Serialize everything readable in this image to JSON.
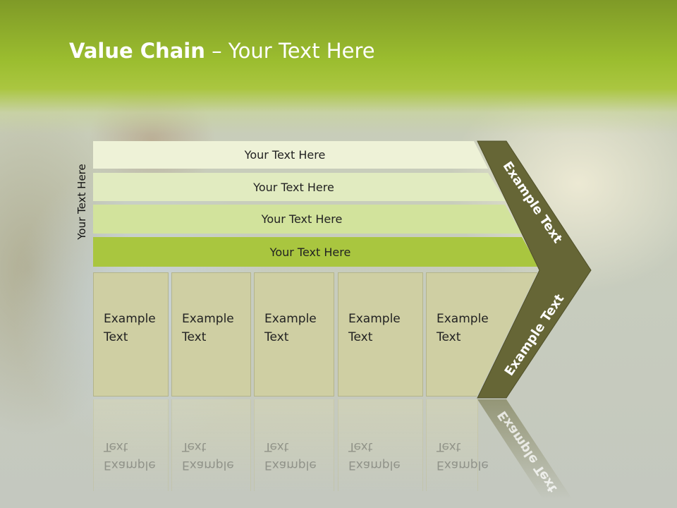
{
  "slide": {
    "title_bold": "Value Chain",
    "title_rest": " – Your Text Here"
  },
  "diagram": {
    "side_label": "Your Text Here",
    "bars": [
      {
        "label": "Your Text Here"
      },
      {
        "label": "Your Text Here"
      },
      {
        "label": "Your Text Here"
      },
      {
        "label": "Your Text Here"
      }
    ],
    "boxes": [
      {
        "label": "Example Text"
      },
      {
        "label": "Example Text"
      },
      {
        "label": "Example Text"
      },
      {
        "label": "Example Text"
      },
      {
        "label": "Example Text"
      }
    ],
    "chevron_upper_label": "Example Text",
    "chevron_lower_label": "Example Text"
  },
  "colors": {
    "header_green": "#9bbd2f",
    "chevron_dark": "#666636",
    "box_fill": "#cfcfa3",
    "bar_fills": [
      "#eef2d7",
      "#e1ebc0",
      "#d2e39c",
      "#a9c63f"
    ]
  }
}
